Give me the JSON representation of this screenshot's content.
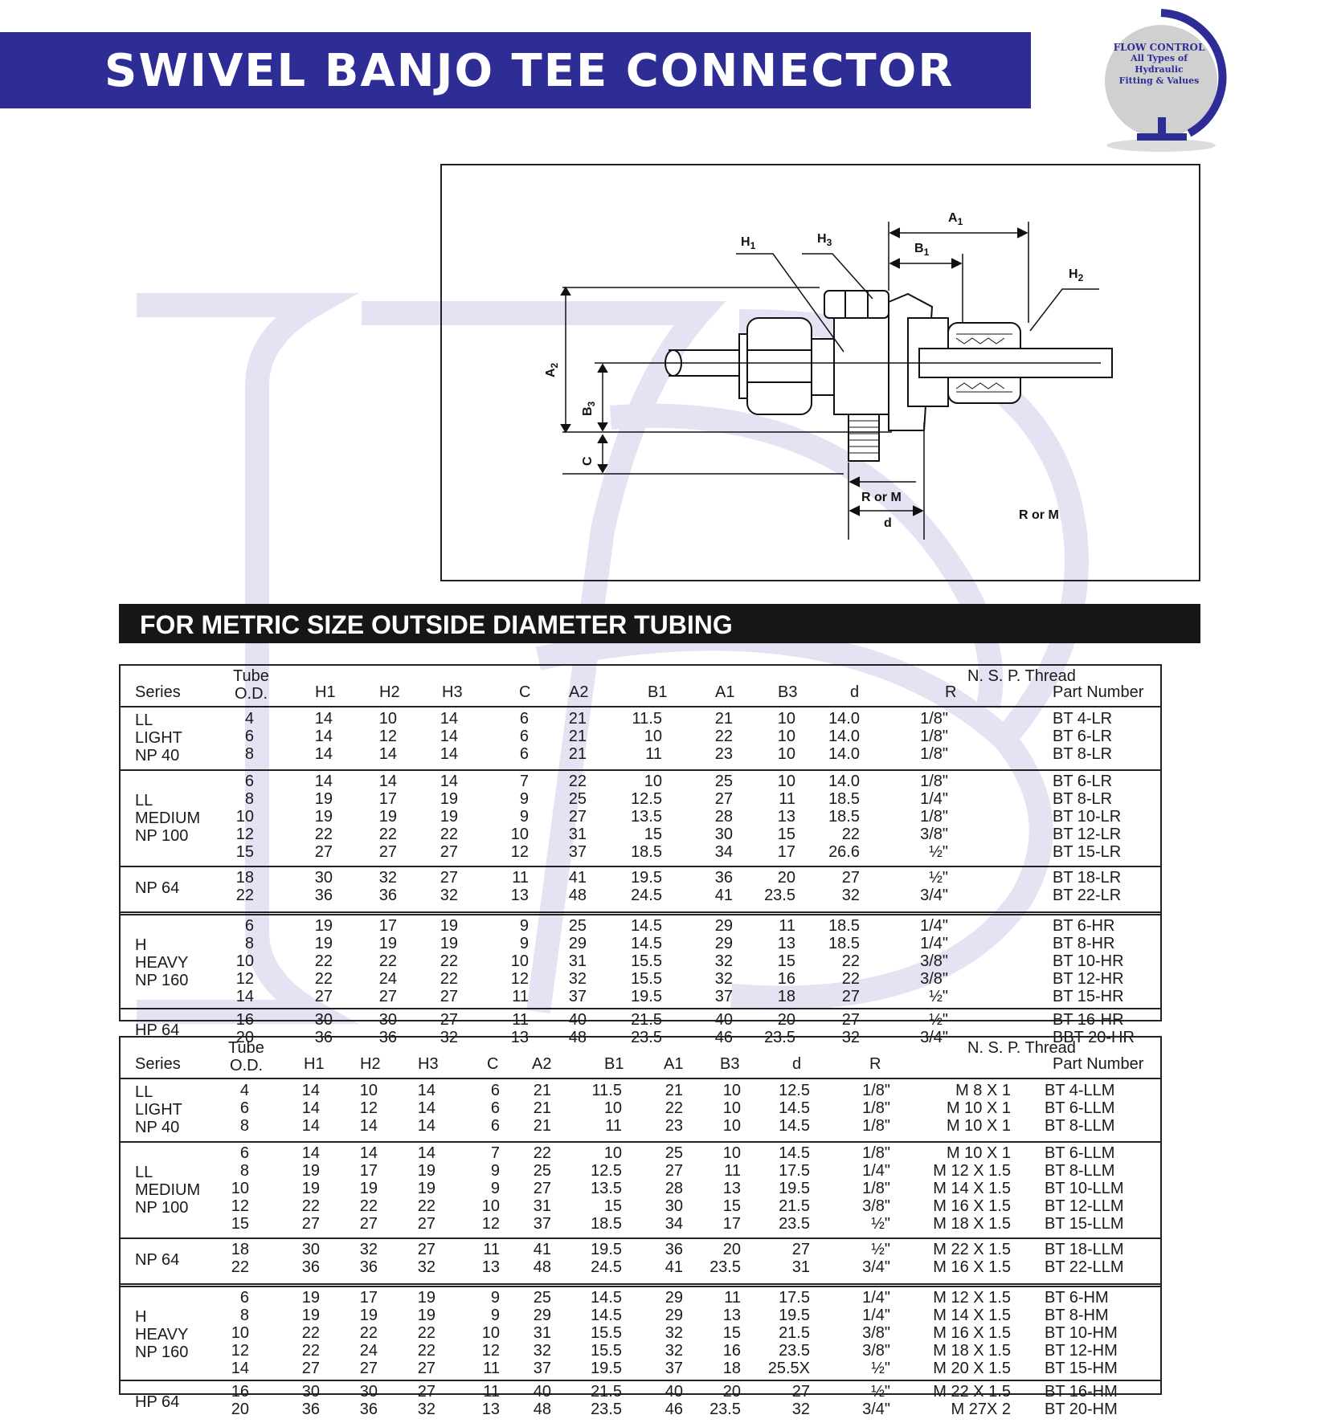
{
  "page_title": "SWIVEL BANJO TEE CONNECTOR",
  "logo": {
    "line1": "FLOW CONTROL",
    "line2": "All Types of",
    "line3": "Hydraulic",
    "line4": "Fitting & Values"
  },
  "diagram": {
    "labels": {
      "h1": "H",
      "h1_sub": "1",
      "h2": "H",
      "h2_sub": "2",
      "h3": "H",
      "h3_sub": "3",
      "a1": "A",
      "a1_sub": "1",
      "a2": "A",
      "a2_sub": "2",
      "b1": "B",
      "b1_sub": "1",
      "b3": "B",
      "b3_sub": "3",
      "c": "C",
      "d": "d",
      "r_or_m_1": "R or M",
      "r_or_m_2": "R or M"
    }
  },
  "section_title": "FOR METRIC SIZE OUTSIDE DIAMETER TUBING",
  "table1": {
    "header": {
      "series": "Series",
      "tube1": "Tube",
      "tube2": "O.D.",
      "h1": "H1",
      "h2": "H2",
      "h3": "H3",
      "c": "C",
      "a2": "A2",
      "b1": "B1",
      "a1": "A1",
      "b3": "B3",
      "d": "d",
      "r": "R",
      "nsp": "N. S. P. Thread",
      "part": "Part Number"
    },
    "groups": [
      {
        "series": "LL\nLIGHT\nNP 40",
        "rows": [
          [
            "4",
            "14",
            "10",
            "14",
            "6",
            "21",
            "11.5",
            "21",
            "10",
            "14.0",
            "1/8\"",
            "BT   4-LR"
          ],
          [
            "6",
            "14",
            "12",
            "14",
            "6",
            "21",
            "10",
            "22",
            "10",
            "14.0",
            "1/8\"",
            "BT   6-LR"
          ],
          [
            "8",
            "14",
            "14",
            "14",
            "6",
            "21",
            "11",
            "23",
            "10",
            "14.0",
            "1/8\"",
            "BT   8-LR"
          ]
        ]
      },
      {
        "series": "LL\nMEDIUM\nNP 100",
        "rows": [
          [
            "6",
            "14",
            "14",
            "14",
            "7",
            "22",
            "10",
            "25",
            "10",
            "14.0",
            "1/8\"",
            "BT   6-LR"
          ],
          [
            "8",
            "19",
            "17",
            "19",
            "9",
            "25",
            "12.5",
            "27",
            "11",
            "18.5",
            "1/4\"",
            "BT   8-LR"
          ],
          [
            "10",
            "19",
            "19",
            "19",
            "9",
            "27",
            "13.5",
            "28",
            "13",
            "18.5",
            "1/8\"",
            "BT 10-LR"
          ],
          [
            "12",
            "22",
            "22",
            "22",
            "10",
            "31",
            "15",
            "30",
            "15",
            "22",
            "3/8\"",
            "BT 12-LR"
          ],
          [
            "15",
            "27",
            "27",
            "27",
            "12",
            "37",
            "18.5",
            "34",
            "17",
            "26.6",
            "½\"",
            "BT 15-LR"
          ]
        ]
      },
      {
        "series": "NP 64",
        "rows": [
          [
            "18",
            "30",
            "32",
            "27",
            "11",
            "41",
            "19.5",
            "36",
            "20",
            "27",
            "½\"",
            "BT 18-LR"
          ],
          [
            "22",
            "36",
            "36",
            "32",
            "13",
            "48",
            "24.5",
            "41",
            "23.5",
            "32",
            "3/4\"",
            "BT 22-LR"
          ]
        ]
      },
      {
        "series": "H\nHEAVY\nNP 160",
        "rows": [
          [
            "6",
            "19",
            "17",
            "19",
            "9",
            "25",
            "14.5",
            "29",
            "11",
            "18.5",
            "1/4\"",
            "BT   6-HR"
          ],
          [
            "8",
            "19",
            "19",
            "19",
            "9",
            "29",
            "14.5",
            "29",
            "13",
            "18.5",
            "1/4\"",
            "BT   8-HR"
          ],
          [
            "10",
            "22",
            "22",
            "22",
            "10",
            "31",
            "15.5",
            "32",
            "15",
            "22",
            "3/8\"",
            "BT 10-HR"
          ],
          [
            "12",
            "22",
            "24",
            "22",
            "12",
            "32",
            "15.5",
            "32",
            "16",
            "22",
            "3/8\"",
            "BT 12-HR"
          ],
          [
            "14",
            "27",
            "27",
            "27",
            "11",
            "37",
            "19.5",
            "37",
            "18",
            "27",
            "½\"",
            "BT 15-HR"
          ]
        ]
      },
      {
        "series": "HP 64",
        "rows": [
          [
            "16",
            "30",
            "30",
            "27",
            "11",
            "40",
            "21.5",
            "40",
            "20",
            "27",
            "½\"",
            "BT 16-HR"
          ],
          [
            "20",
            "36",
            "36",
            "32",
            "13",
            "48",
            "23.5",
            "46",
            "23.5",
            "32",
            "3/4\"",
            "BBT 20-HR"
          ]
        ]
      }
    ]
  },
  "table2": {
    "header": {
      "series": "Series",
      "tube1": "Tube",
      "tube2": "O.D.",
      "h1": "H1",
      "h2": "H2",
      "h3": "H3",
      "c": "C",
      "a2": "A2",
      "b1": "B1",
      "a1": "A1",
      "b3": "B3",
      "d": "d",
      "r": "R",
      "nsp": "N. S. P. Thread",
      "part": "Part Number"
    },
    "groups": [
      {
        "series": "LL\nLIGHT\nNP 40",
        "rows": [
          [
            "4",
            "14",
            "10",
            "14",
            "6",
            "21",
            "11.5",
            "21",
            "10",
            "12.5",
            "1/8\"",
            "M 8 X 1",
            "BT   4-LLM"
          ],
          [
            "6",
            "14",
            "12",
            "14",
            "6",
            "21",
            "10",
            "22",
            "10",
            "14.5",
            "1/8\"",
            "M 10 X 1",
            "BT   6-LLM"
          ],
          [
            "8",
            "14",
            "14",
            "14",
            "6",
            "21",
            "11",
            "23",
            "10",
            "14.5",
            "1/8\"",
            "M 10 X 1",
            "BT   8-LLM"
          ]
        ]
      },
      {
        "series": "LL\nMEDIUM\nNP 100",
        "rows": [
          [
            "6",
            "14",
            "14",
            "14",
            "7",
            "22",
            "10",
            "25",
            "10",
            "14.5",
            "1/8\"",
            "M 10 X 1",
            "BT   6-LLM"
          ],
          [
            "8",
            "19",
            "17",
            "19",
            "9",
            "25",
            "12.5",
            "27",
            "11",
            "17.5",
            "1/4\"",
            "M 12 X 1.5",
            "BT   8-LLM"
          ],
          [
            "10",
            "19",
            "19",
            "19",
            "9",
            "27",
            "13.5",
            "28",
            "13",
            "19.5",
            "1/8\"",
            "M 14 X 1.5",
            "BT 10-LLM"
          ],
          [
            "12",
            "22",
            "22",
            "22",
            "10",
            "31",
            "15",
            "30",
            "15",
            "21.5",
            "3/8\"",
            "M 16 X 1.5",
            "BT 12-LLM"
          ],
          [
            "15",
            "27",
            "27",
            "27",
            "12",
            "37",
            "18.5",
            "34",
            "17",
            "23.5",
            "½\"",
            "M 18 X 1.5",
            "BT 15-LLM"
          ]
        ]
      },
      {
        "series": "NP 64",
        "rows": [
          [
            "18",
            "30",
            "32",
            "27",
            "11",
            "41",
            "19.5",
            "36",
            "20",
            "27",
            "½\"",
            "M 22 X 1.5",
            "BT 18-LLM"
          ],
          [
            "22",
            "36",
            "36",
            "32",
            "13",
            "48",
            "24.5",
            "41",
            "23.5",
            "31",
            "3/4\"",
            "M 16 X 1.5",
            "BT 22-LLM"
          ]
        ]
      },
      {
        "series": "H\nHEAVY\nNP 160",
        "rows": [
          [
            "6",
            "19",
            "17",
            "19",
            "9",
            "25",
            "14.5",
            "29",
            "11",
            "17.5",
            "1/4\"",
            "M 12 X 1.5",
            "BT   6-HM"
          ],
          [
            "8",
            "19",
            "19",
            "19",
            "9",
            "29",
            "14.5",
            "29",
            "13",
            "19.5",
            "1/4\"",
            "M 14 X 1.5",
            "BT   8-HM"
          ],
          [
            "10",
            "22",
            "22",
            "22",
            "10",
            "31",
            "15.5",
            "32",
            "15",
            "21.5",
            "3/8\"",
            "M 16 X 1.5",
            "BT  10-HM"
          ],
          [
            "12",
            "22",
            "24",
            "22",
            "12",
            "32",
            "15.5",
            "32",
            "16",
            "23.5",
            "3/8\"",
            "M 18 X 1.5",
            "BT  12-HM"
          ],
          [
            "14",
            "27",
            "27",
            "27",
            "11",
            "37",
            "19.5",
            "37",
            "18",
            "25.5X",
            "½\"",
            "M 20 X 1.5",
            "BT  15-HM"
          ]
        ]
      },
      {
        "series": "HP 64",
        "rows": [
          [
            "16",
            "30",
            "30",
            "27",
            "11",
            "40",
            "21.5",
            "40",
            "20",
            "27",
            "½\"",
            "M 22 X 1.5",
            "BT  16-HM"
          ],
          [
            "20",
            "36",
            "36",
            "32",
            "13",
            "48",
            "23.5",
            "46",
            "23.5",
            "32",
            "3/4\"",
            "M 27X 2",
            "BT  20-HM"
          ]
        ]
      }
    ]
  }
}
